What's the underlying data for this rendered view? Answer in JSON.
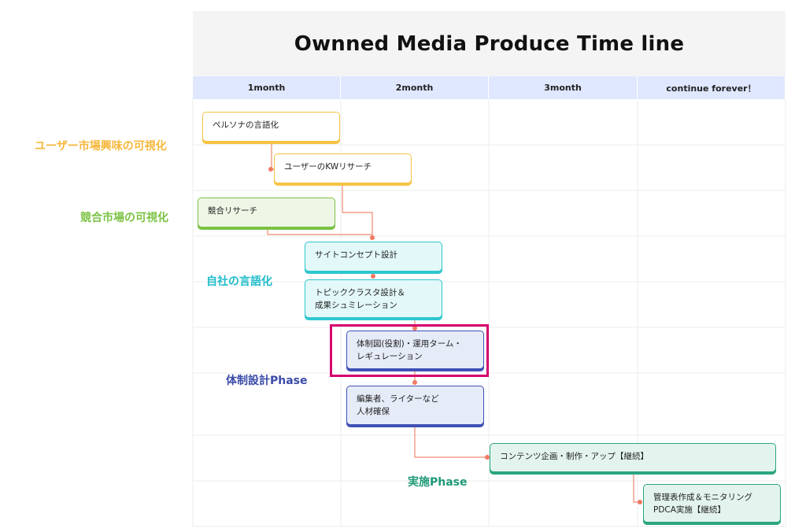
{
  "title": "Ownned Media Produce Time line",
  "months": [
    "1month",
    "2month",
    "3month",
    "continue forever！"
  ],
  "colors": {
    "yellow": "#f6c342",
    "green": "#7cc244",
    "cyan": "#2ec6cf",
    "navy": "#3f51b5",
    "teal": "#2aa57f",
    "connector": "#f08a72",
    "highlight": "#d4006c"
  },
  "phases": [
    {
      "label": "ユーザー市場興味の可視化",
      "color": "#f6b73c"
    },
    {
      "label": "競合市場の可視化",
      "color": "#7cc244"
    },
    {
      "label": "自社の言語化",
      "color": "#1fbccb"
    },
    {
      "label": "体制設計Phase",
      "color": "#3a4aa8"
    },
    {
      "label": "実施Phase",
      "color": "#1f9a78"
    }
  ],
  "tasks": [
    {
      "lines": [
        "ペルソナの言語化"
      ]
    },
    {
      "lines": [
        "ユーザーのKWリサーチ"
      ]
    },
    {
      "lines": [
        "競合リサーチ"
      ]
    },
    {
      "lines": [
        "サイトコンセプト設計"
      ]
    },
    {
      "lines": [
        "トピッククラスタ設計＆",
        "成果シュミレーション"
      ]
    },
    {
      "lines": [
        "体制図(役割)・運用ターム・",
        "レギュレーション"
      ]
    },
    {
      "lines": [
        "編集者、ライターなど",
        "人材確保"
      ]
    },
    {
      "lines": [
        "コンテンツ企画・制作・アップ【継続】"
      ]
    },
    {
      "lines": [
        "管理表作成＆モニタリング",
        "PDCA実施【継続】"
      ]
    }
  ]
}
